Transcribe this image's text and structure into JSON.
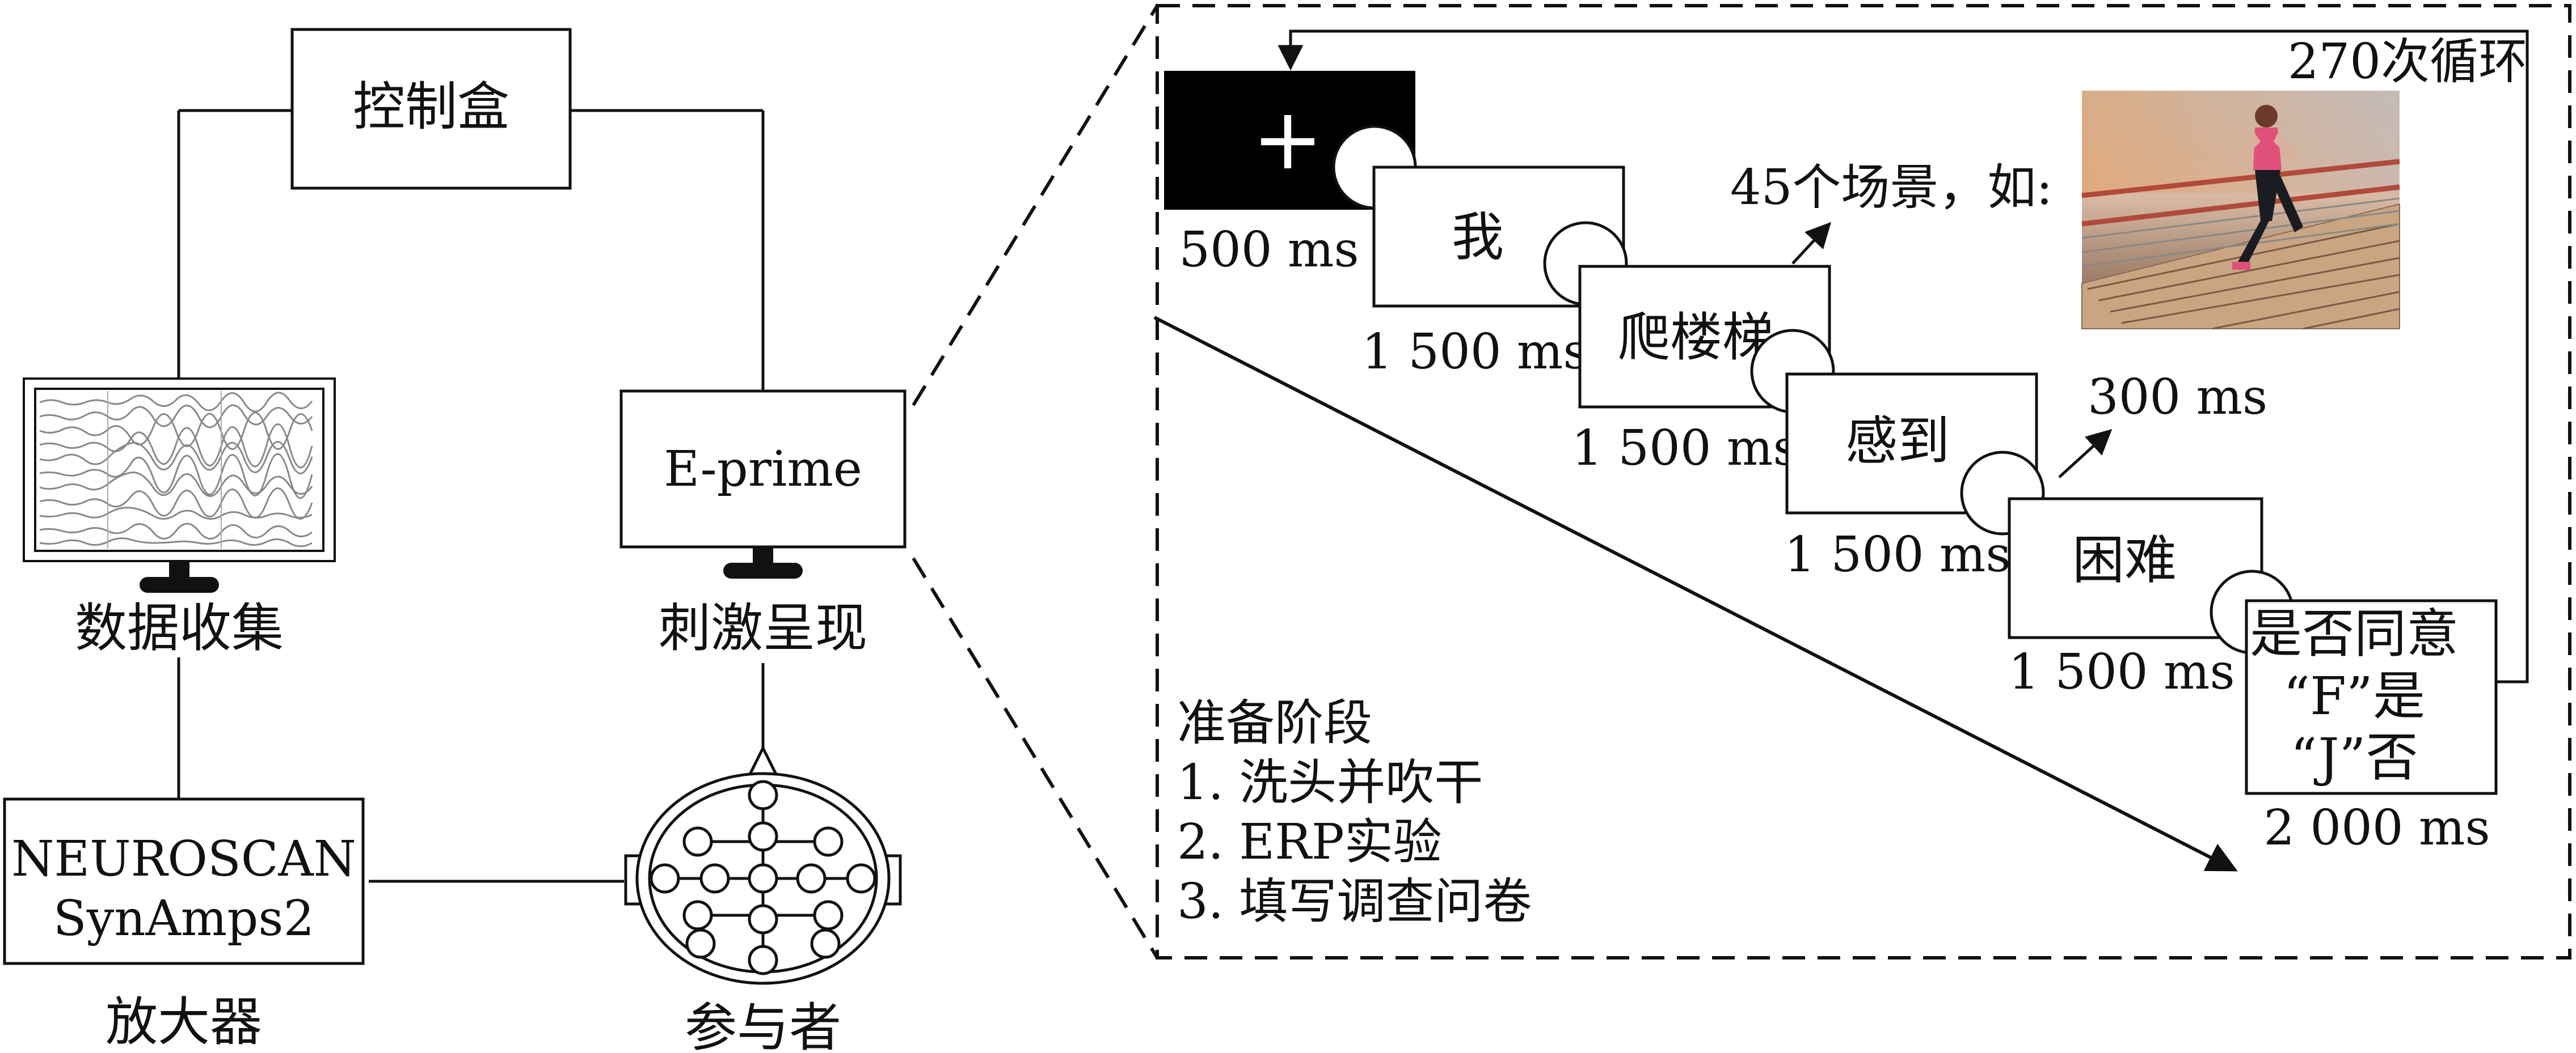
{
  "left": {
    "control_box": "控制盒",
    "data_monitor_caption": "数据收集",
    "stimulus_monitor_label": "E-prime",
    "stimulus_monitor_caption": "刺激呈现",
    "amplifier_line1": "NEUROSCAN",
    "amplifier_line2": "SynAmps2",
    "amplifier_caption": "放大器",
    "participant_caption": "参与者"
  },
  "procedure": {
    "loop_label": "270次循环",
    "fixation_symbol": "+",
    "fixation_duration": "500 ms",
    "screens": [
      {
        "text": "我",
        "duration": "1 500 ms"
      },
      {
        "text": "爬楼梯",
        "duration": "1 500 ms"
      },
      {
        "text": "感到",
        "duration": "1 500 ms"
      },
      {
        "text": "困难",
        "duration": "1 500 ms"
      }
    ],
    "scene_note": "45个场景，如:",
    "blank_note": "300 ms",
    "question": {
      "line1": "是否同意",
      "line2": "“F”是",
      "line3": "“J”否",
      "duration": "2 000 ms"
    },
    "prep": {
      "title": "准备阶段",
      "items": [
        "1. 洗头并吹干",
        "2. ERP实验",
        "3. 填写调查问卷"
      ]
    },
    "scene_image": "photo-woman-running-up-stairs"
  }
}
